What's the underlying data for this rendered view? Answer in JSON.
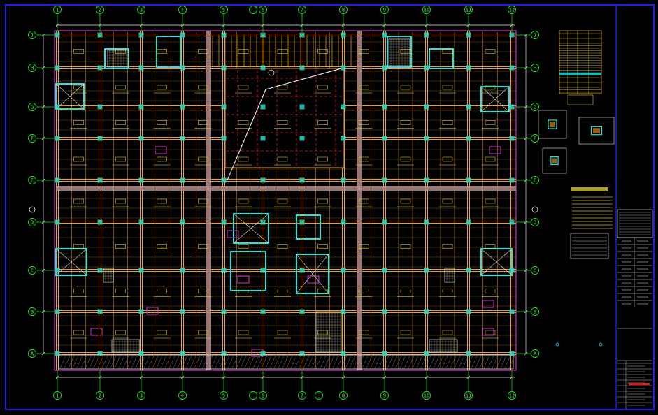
{
  "drawing": {
    "background": "#000000",
    "colors": {
      "frame": "#1e1ee6",
      "axis": "#19e619",
      "beam": "#f0a020",
      "core_band": "#b08a8a",
      "column": "#2fd6c6",
      "wall": "#28e0e0",
      "detail": "#e0e0e0",
      "magenta": "#d030d0",
      "red_dash": "#e02020",
      "text": "#f0e040",
      "stamp": "#e02020"
    }
  },
  "grid_axes": {
    "columns_top": [
      "1",
      "2",
      "3",
      "4",
      "5",
      "6",
      "7",
      "8",
      "9",
      "10",
      "11",
      "12"
    ],
    "columns_bottom": [
      "1",
      "2",
      "3",
      "4",
      "5",
      "6",
      "7",
      "8",
      "9",
      "10",
      "11",
      "12"
    ],
    "rows": [
      "J",
      "H",
      "G",
      "F",
      "E",
      "D",
      "C",
      "B",
      "A"
    ]
  },
  "title_block": {
    "stamp_color": "#e02020"
  }
}
